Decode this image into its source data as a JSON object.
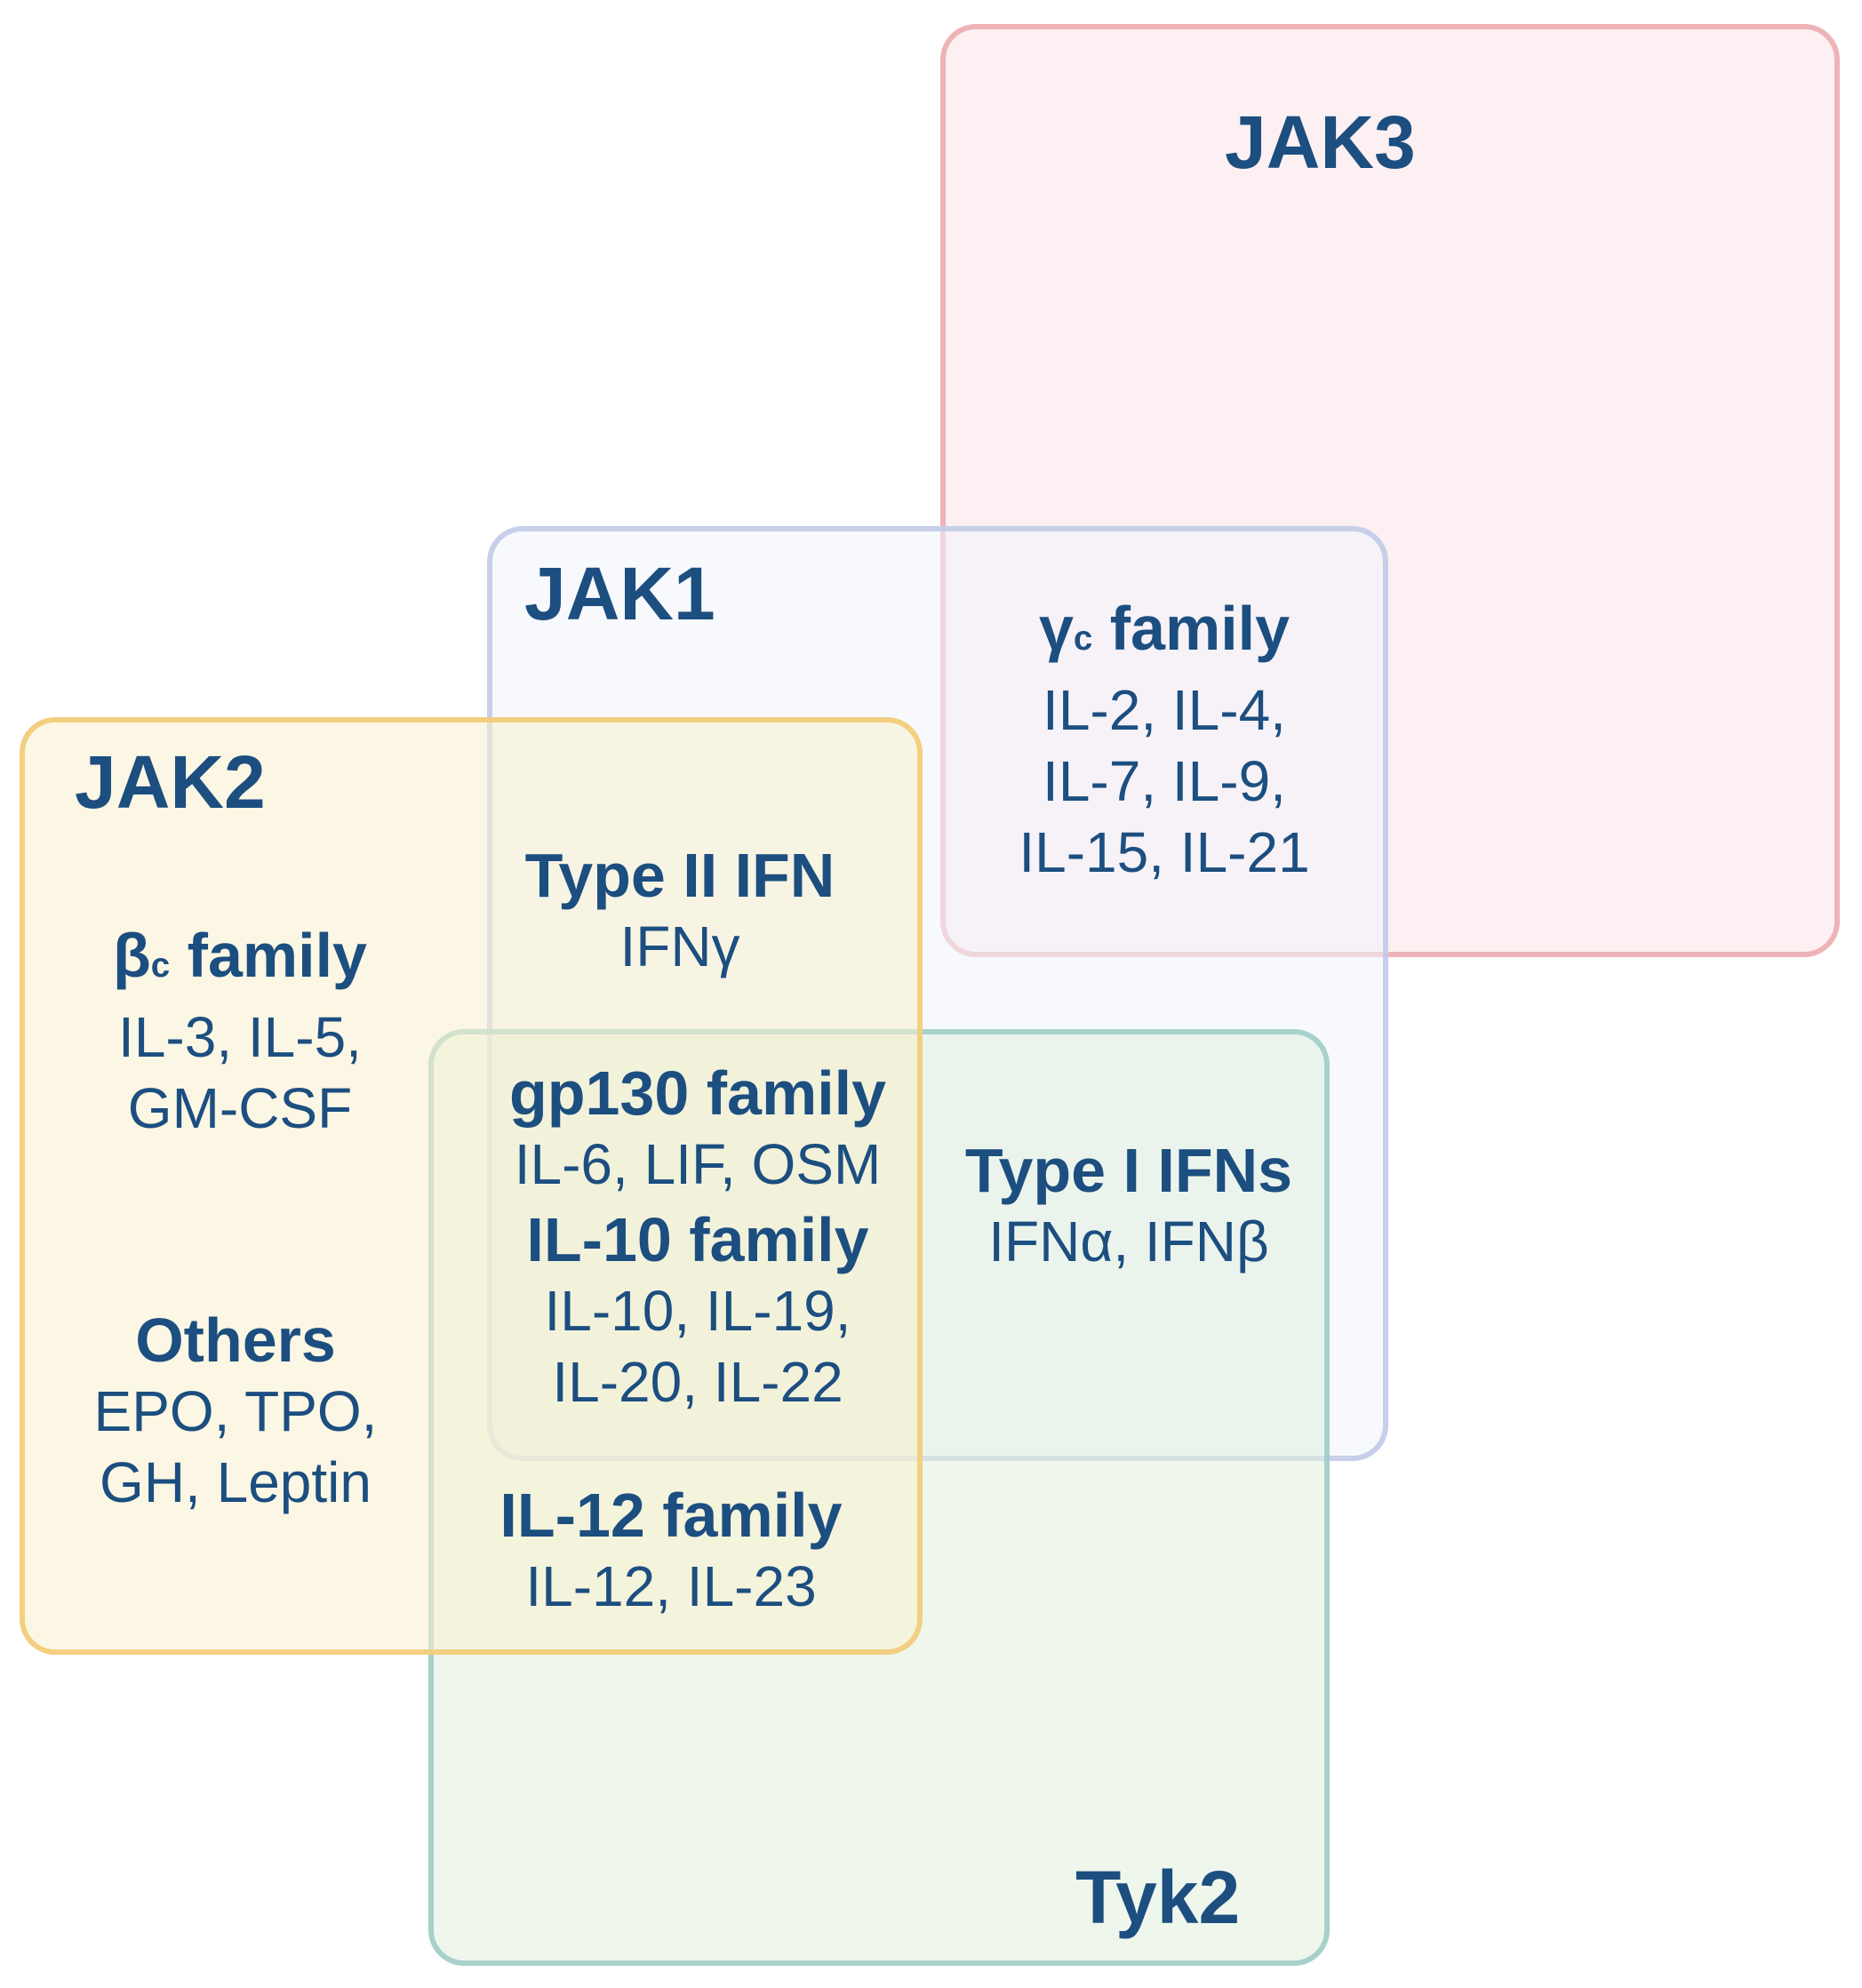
{
  "colors": {
    "text": "#1c4e80",
    "jak3_fill": "#fdeef1",
    "jak3_border": "#eeb3b7",
    "jak1_fill": "#f2f5fd",
    "jak1_border": "#c5cce9",
    "jak2_fill": "#f8f4dc",
    "jak2_border": "#f3cc7c",
    "tyk2_fill": "#e9f4e7",
    "tyk2_border": "#a8d0cc"
  },
  "kinases": {
    "jak3": "JAK3",
    "jak1": "JAK1",
    "jak2": "JAK2",
    "tyk2": "Tyk2"
  },
  "groups": {
    "gamma_c": {
      "symbol": "γ",
      "subscript": "c",
      "title": " family",
      "lines": [
        "IL-2, IL-4,",
        "IL-7, IL-9,",
        "IL-15, IL-21"
      ]
    },
    "type2_ifn": {
      "title": "Type II IFN",
      "lines": [
        "IFNγ"
      ]
    },
    "beta_c": {
      "symbol": "β",
      "subscript": "c",
      "title": " family",
      "lines": [
        "IL-3, IL-5,",
        "GM-CSF"
      ]
    },
    "gp130": {
      "title": "gp130 family",
      "lines": [
        "IL-6, LIF, OSM"
      ]
    },
    "il10": {
      "title": "IL-10 family",
      "lines": [
        "IL-10, IL-19,",
        "IL-20, IL-22"
      ]
    },
    "type1_ifns": {
      "title": "Type I IFNs",
      "lines": [
        "IFNα, IFNβ"
      ]
    },
    "others": {
      "title": "Others",
      "lines": [
        "EPO, TPO,",
        "GH, Leptin"
      ]
    },
    "il12": {
      "title": "IL-12 family",
      "lines": [
        "IL-12, IL-23"
      ]
    }
  }
}
